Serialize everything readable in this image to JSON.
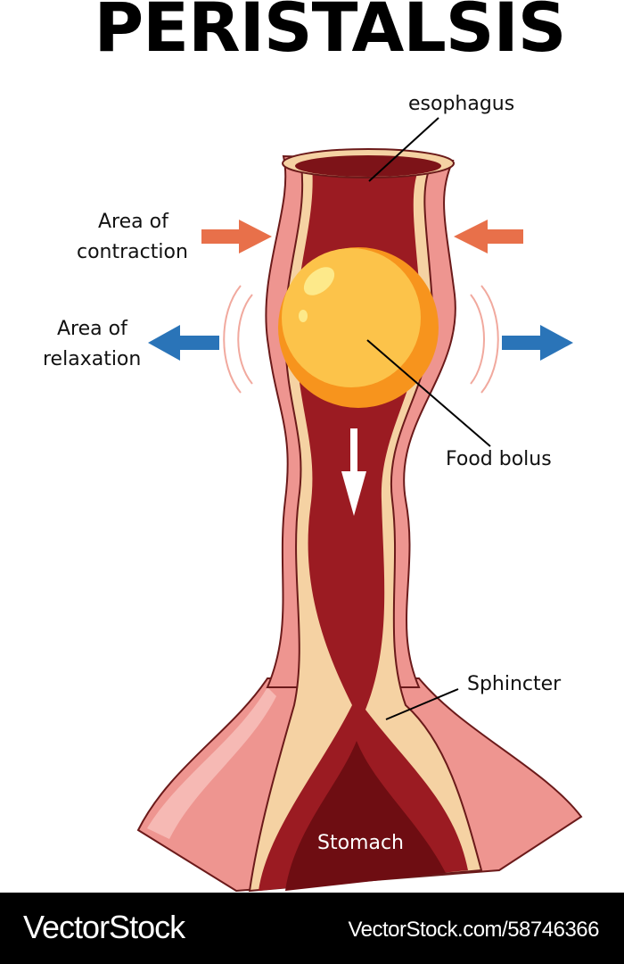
{
  "title": "PERISTALSIS",
  "labels": {
    "esophagus": "esophagus",
    "contraction_line1": "Area of",
    "contraction_line2": "contraction",
    "relaxation_line1": "Area of",
    "relaxation_line2": "relaxation",
    "food_bolus": "Food bolus",
    "sphincter": "Sphincter",
    "stomach": "Stomach"
  },
  "colors": {
    "contraction_arrow": "#e8704a",
    "relaxation_arrow": "#2a74b8",
    "lumen": "#9b1b22",
    "wall": "#ee9590",
    "bolus": "#fbb03b"
  },
  "footer": {
    "brand": "VectorStock",
    "url": "VectorStock.com/58746366"
  }
}
